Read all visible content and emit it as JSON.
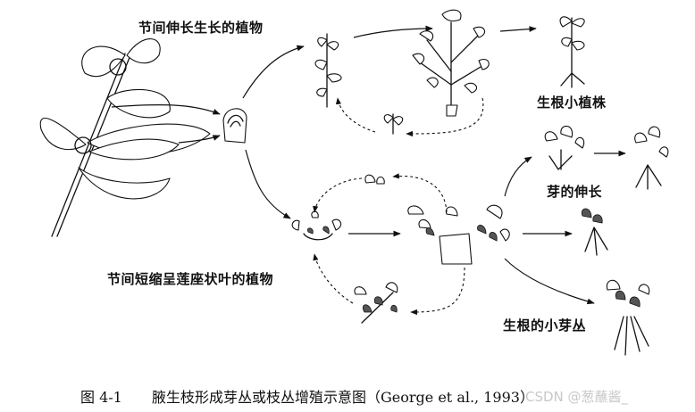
{
  "labels": {
    "elongated_internode": "节间伸长生长的植物",
    "rooted_plantlet": "生根小植株",
    "shoot_elongation": "芽的伸长",
    "rosette_plant": "节间短缩呈莲座状叶的植物",
    "rooted_shoot_cluster": "生根的小芽丛"
  },
  "caption": {
    "number": "图 4-1",
    "text": "腋生枝形成芽丛或枝丛增殖示意图（George et al., 1993）"
  },
  "watermark": "CSDN @葱蘸酱_"
}
